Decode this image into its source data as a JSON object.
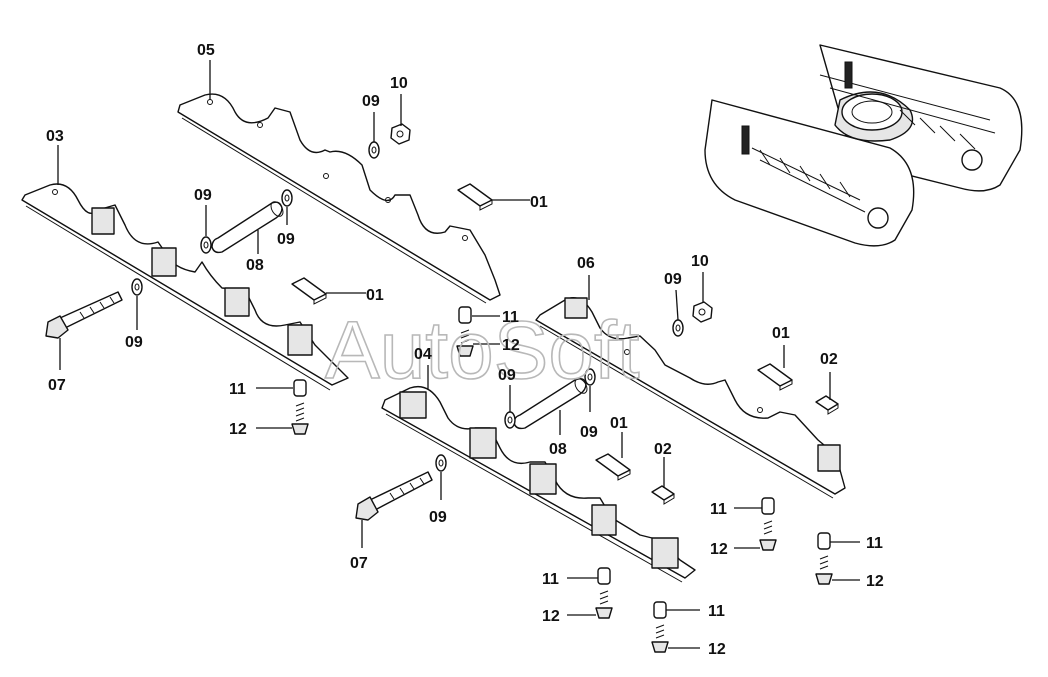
{
  "watermark": "AutoSoft",
  "callouts": {
    "c01a": "01",
    "c01b": "01",
    "c01c": "01",
    "c01d": "01",
    "c02a": "02",
    "c02b": "02",
    "c03": "03",
    "c04": "04",
    "c05": "05",
    "c06": "06",
    "c07a": "07",
    "c07b": "07",
    "c08a": "08",
    "c08b": "08",
    "c09a": "09",
    "c09b": "09",
    "c09c": "09",
    "c09d": "09",
    "c09e": "09",
    "c09f": "09",
    "c09g": "09",
    "c09h": "09",
    "c10a": "10",
    "c10b": "10",
    "c11a": "11",
    "c11b": "11",
    "c11c": "11",
    "c11d": "11",
    "c11e": "11",
    "c11f": "11",
    "c12a": "12",
    "c12b": "12",
    "c12c": "12",
    "c12d": "12",
    "c12e": "12",
    "c12f": "12"
  }
}
